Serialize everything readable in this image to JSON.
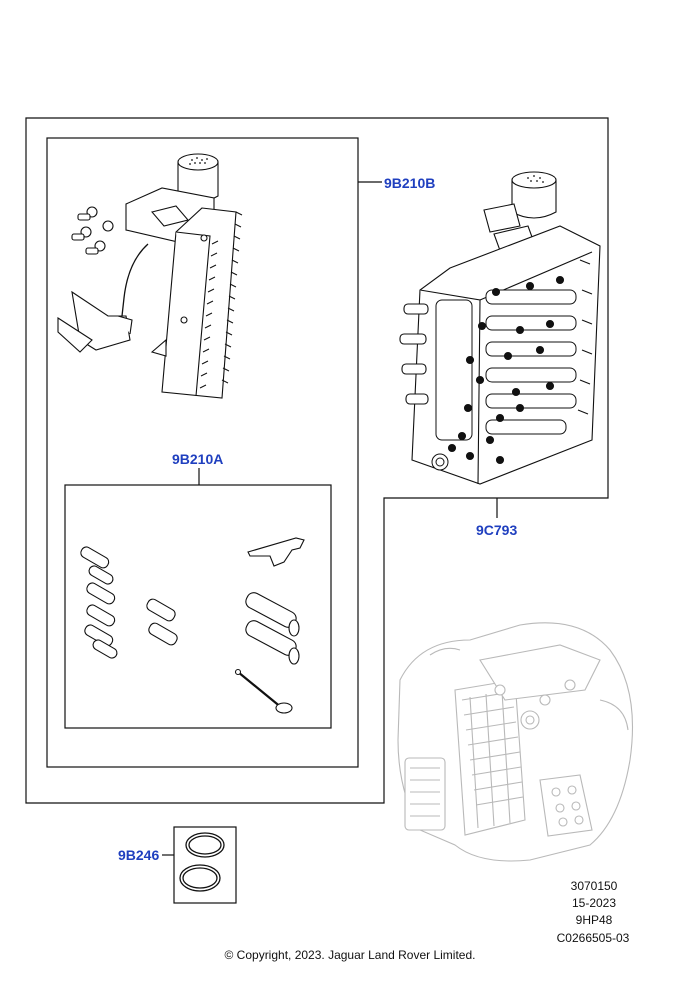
{
  "callouts": {
    "solenoid_kit": "9B210B",
    "seal_kit": "9B210A",
    "valve_body": "9C793",
    "o_rings": "9B246"
  },
  "info": {
    "line1": "3070150",
    "line2": "15-2023",
    "line3": "9HP48",
    "line4": "C0266505-03"
  },
  "copyright": "© Copyright, 2023. Jaguar Land Rover Limited.",
  "colors": {
    "callout": "#1f3fbf",
    "line": "#111111",
    "ghost": "#b9b9b9"
  }
}
